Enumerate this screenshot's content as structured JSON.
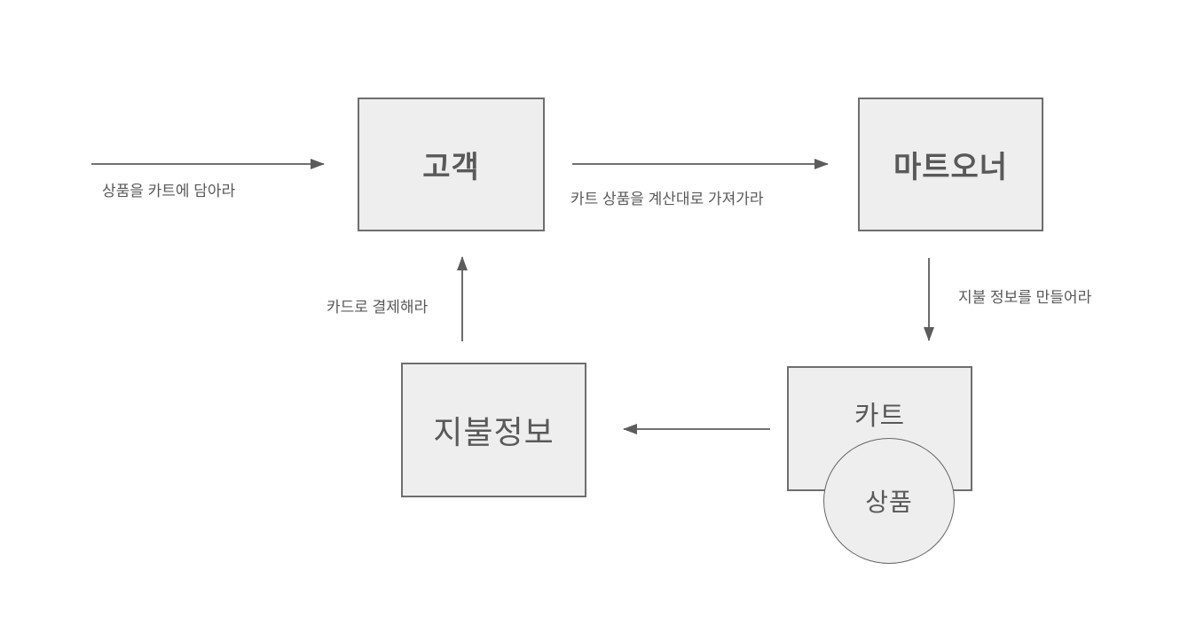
{
  "diagram": {
    "nodes": {
      "customer": {
        "label": "고객"
      },
      "mart_owner": {
        "label": "마트오너"
      },
      "cart": {
        "label": "카트"
      },
      "product": {
        "label": "상품"
      },
      "payment_info": {
        "label": "지불정보"
      }
    },
    "edges": {
      "add_product_to_cart": {
        "label": "상품을 카트에 담아라"
      },
      "bring_cart_to_checkout": {
        "label": "카트 상품을 계산대로 가져가라"
      },
      "create_payment_info": {
        "label": "지불 정보를 만들어라"
      },
      "pay_with_card": {
        "label": "카드로 결제해라"
      }
    },
    "colors": {
      "background": "#ffffff",
      "shape_fill": "#eeeeee",
      "shape_border": "#6e6e6e",
      "text": "#595959",
      "arrow": "#5c5c5c"
    }
  }
}
